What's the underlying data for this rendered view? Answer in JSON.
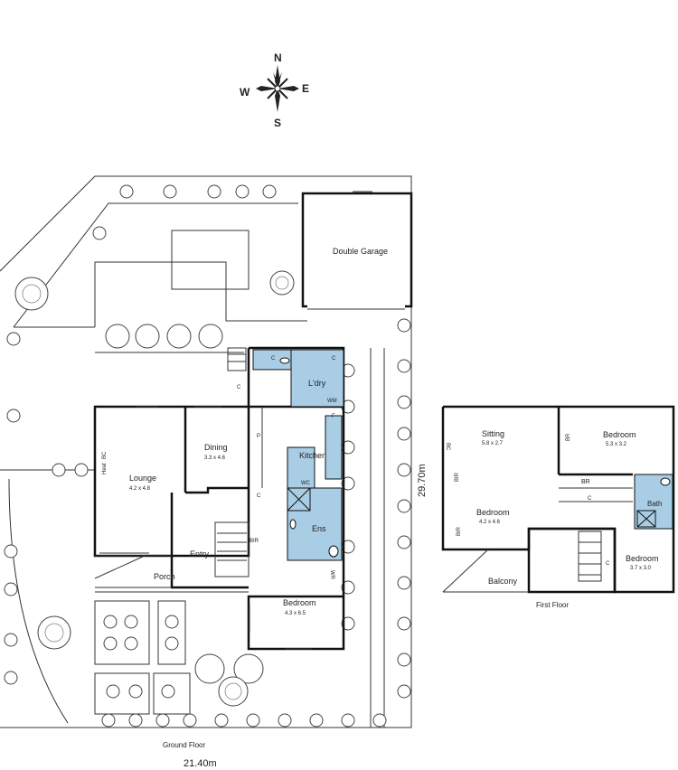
{
  "compass": {
    "n": "N",
    "s": "S",
    "e": "E",
    "w": "W"
  },
  "ground_floor": {
    "title": "Ground Floor",
    "width_dim": "21.40m",
    "depth_dim": "29.70m",
    "rooms": {
      "garage": "Double Garage",
      "laundry": "L'dry",
      "lounge": "Lounge",
      "lounge_size": "4.2 x 4.8",
      "dining": "Dining",
      "dining_size": "3.3 x 4.6",
      "kitchen": "Kitchen",
      "ens": "Ens",
      "wc": "WC",
      "entry": "Entry",
      "porch": "Porch",
      "bedroom": "Bedroom",
      "bedroom_size": "4.3 x 6.5",
      "bir": "BIR",
      "pantry": "P",
      "fridge": "F",
      "wm": "WM",
      "heat": "Heat",
      "bc": "BC",
      "c1": "C",
      "c2": "C",
      "c3": "C",
      "c4": "C",
      "wr": "WR"
    }
  },
  "first_floor": {
    "title": "First Floor",
    "rooms": {
      "sitting": "Sitting",
      "sitting_size": "5.8 x 2.7",
      "bedroom1": "Bedroom",
      "bedroom1_size": "5.3 x 3.2",
      "bedroom2": "Bedroom",
      "bedroom2_size": "4.2 x 4.6",
      "bedroom3": "Bedroom",
      "bedroom3_size": "3.7 x 3.0",
      "bath": "Bath",
      "balcony": "Balcony",
      "br": "BR",
      "bir": "BIR",
      "bir2": "BIR",
      "c1": "C",
      "c2": "C",
      "bc": "BC",
      "br2": "BR"
    }
  },
  "colors": {
    "wet_area": "#a9cde4",
    "walls": "#111111"
  }
}
